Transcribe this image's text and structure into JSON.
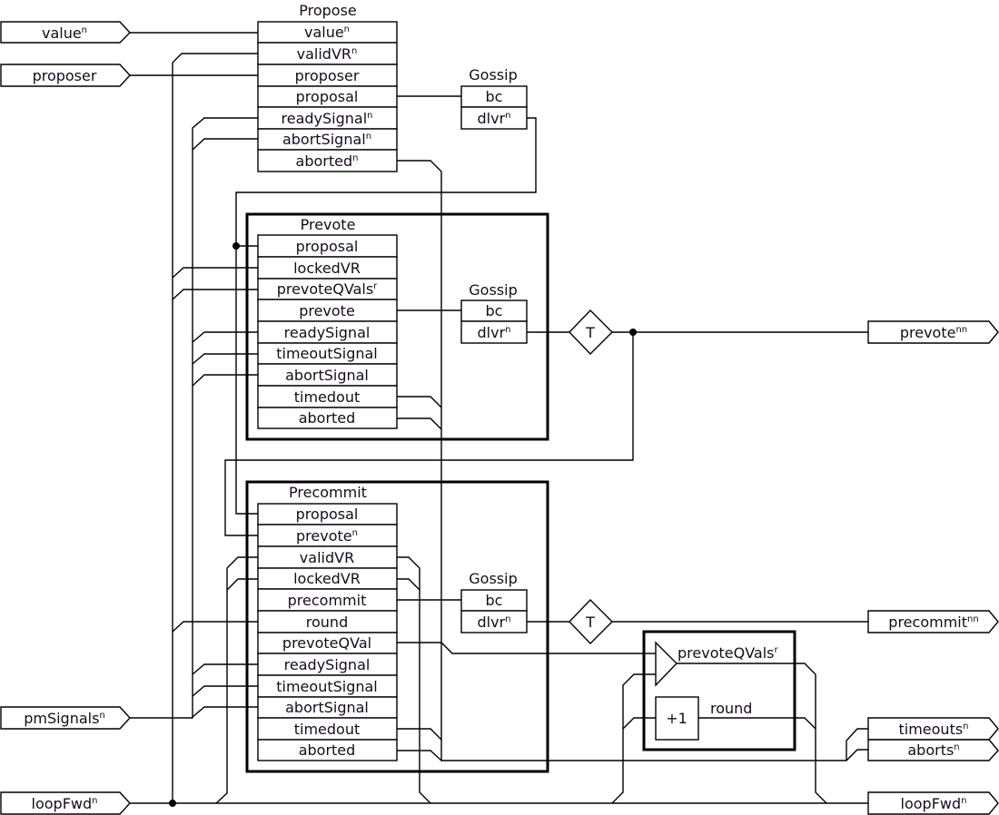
{
  "inputs": {
    "value": {
      "text": "value",
      "sup": "n"
    },
    "proposer": {
      "text": "proposer",
      "sup": ""
    },
    "pmSignals": {
      "text": "pmSignals",
      "sup": "n"
    },
    "loopFwd": {
      "text": "loopFwd",
      "sup": "n"
    }
  },
  "outputs": {
    "prevote": {
      "text": "prevote",
      "sup": "nn"
    },
    "precommit": {
      "text": "precommit",
      "sup": "nn"
    },
    "timeouts": {
      "text": "timeouts",
      "sup": "n"
    },
    "aborts": {
      "text": "aborts",
      "sup": "n"
    },
    "loopFwd": {
      "text": "loopFwd",
      "sup": "n"
    }
  },
  "propose": {
    "title": "Propose",
    "ports": [
      {
        "text": "value",
        "sup": "n"
      },
      {
        "text": "validVR",
        "sup": "n"
      },
      {
        "text": "proposer",
        "sup": ""
      },
      {
        "text": "proposal",
        "sup": ""
      },
      {
        "text": "readySignal",
        "sup": "n"
      },
      {
        "text": "abortSignal",
        "sup": "n"
      },
      {
        "text": "aborted",
        "sup": "n"
      }
    ]
  },
  "prevote": {
    "title": "Prevote",
    "ports": [
      {
        "text": "proposal",
        "sup": ""
      },
      {
        "text": "lockedVR",
        "sup": ""
      },
      {
        "text": "prevoteQVals",
        "sup": "r"
      },
      {
        "text": "prevote",
        "sup": ""
      },
      {
        "text": "readySignal",
        "sup": ""
      },
      {
        "text": "timeoutSignal",
        "sup": ""
      },
      {
        "text": "abortSignal",
        "sup": ""
      },
      {
        "text": "timedout",
        "sup": ""
      },
      {
        "text": "aborted",
        "sup": ""
      }
    ]
  },
  "precommit": {
    "title": "Precommit",
    "ports": [
      {
        "text": "proposal",
        "sup": ""
      },
      {
        "text": "prevote",
        "sup": "n"
      },
      {
        "text": "validVR",
        "sup": ""
      },
      {
        "text": "lockedVR",
        "sup": ""
      },
      {
        "text": "precommit",
        "sup": ""
      },
      {
        "text": "round",
        "sup": ""
      },
      {
        "text": "prevoteQVal",
        "sup": ""
      },
      {
        "text": "readySignal",
        "sup": ""
      },
      {
        "text": "timeoutSignal",
        "sup": ""
      },
      {
        "text": "abortSignal",
        "sup": ""
      },
      {
        "text": "timedout",
        "sup": ""
      },
      {
        "text": "aborted",
        "sup": ""
      }
    ]
  },
  "gossip": {
    "title": "Gossip",
    "bc": {
      "text": "bc",
      "sup": ""
    },
    "dlvr": {
      "text": "dlvr",
      "sup": "n"
    }
  },
  "filter_label": "T",
  "state_box": {
    "collect": {
      "text": "prevoteQVals",
      "sup": "r"
    },
    "round": {
      "text": "round",
      "sup": ""
    },
    "increment": "+1"
  }
}
